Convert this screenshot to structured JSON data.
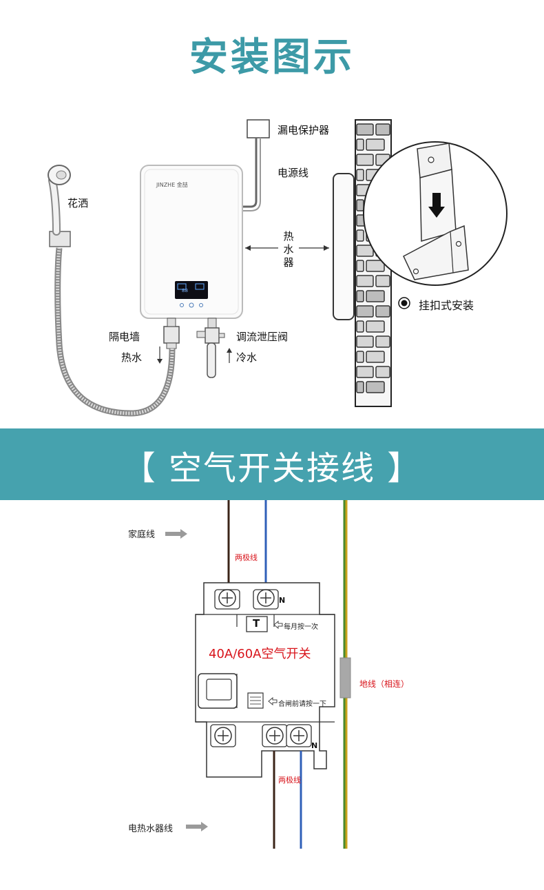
{
  "header": {
    "title": "安装图示"
  },
  "install_diagram": {
    "heater_brand": "JINZHE 金喆",
    "display_text": "88",
    "labels": {
      "leakage_protector": "漏电保护器",
      "power_cord": "电源线",
      "shower_head": "花洒",
      "water_heater": "热水器",
      "isolation_wall": "隔电墙",
      "hot_water": "热水",
      "flow_valve": "调流泄压阀",
      "cold_water": "冷水",
      "hang_install": "挂扣式安装"
    }
  },
  "banner": {
    "title": "【 空气开关接线 】"
  },
  "wiring_diagram": {
    "home_line": "家庭线",
    "two_pole_top": "两极线",
    "neutral_top": "N",
    "test_button": "T",
    "monthly_press": "每月按一次",
    "switch_label": "40A/60A空气开关",
    "press_before_close": "合闸前请按一下",
    "neutral_bottom": "N",
    "two_pole_bottom": "两极线",
    "ground_line": "地线（相连）",
    "heater_line": "电热水器线"
  },
  "colors": {
    "accent": "#46a2ae",
    "title": "#3d9aa7",
    "red_label": "#d8141b",
    "live_wire": "#3b2418",
    "neutral_wire": "#2f5fb8",
    "ground_wire_green": "#4a8a2c",
    "ground_wire_yellow": "#c9a21a"
  }
}
